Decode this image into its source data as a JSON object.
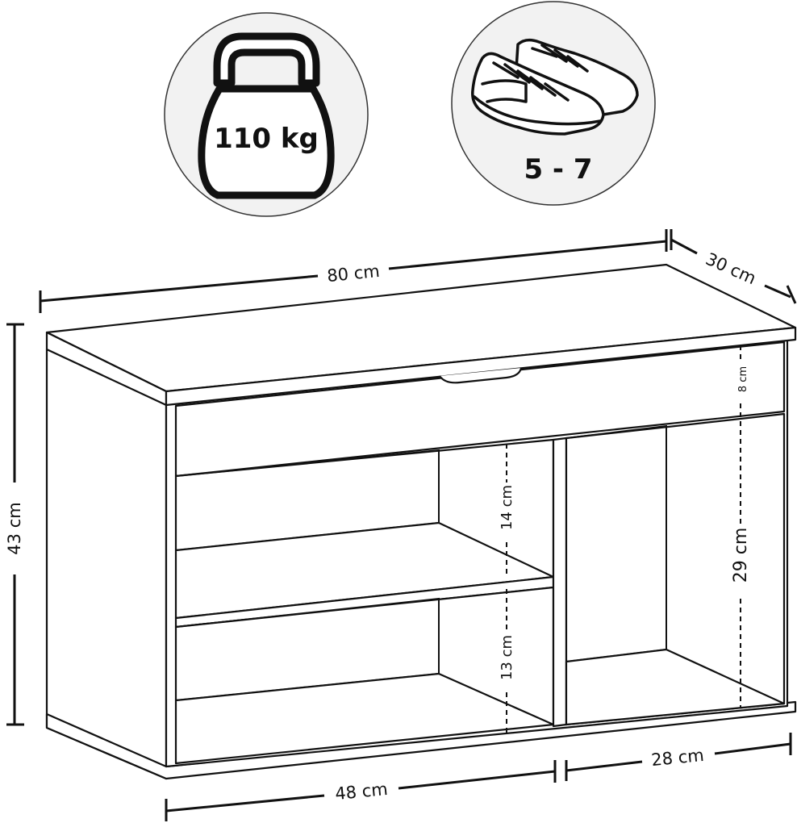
{
  "badges": {
    "weight": {
      "icon": "kettlebell-icon",
      "text": "110 kg"
    },
    "shoes": {
      "icon": "sneakers-icon",
      "text": "5 - 7"
    }
  },
  "dimensions": {
    "width": "80 cm",
    "depth": "30 cm",
    "height": "43 cm",
    "drawer_height": "8 cm",
    "upper_shelf_gap": "14 cm",
    "lower_shelf_gap": "13 cm",
    "right_compartment_height": "29 cm",
    "left_section_width": "48 cm",
    "right_section_width": "28 cm"
  },
  "colors": {
    "line": "#111111",
    "badge_fill": "#f2f2f2",
    "background": "#ffffff"
  }
}
